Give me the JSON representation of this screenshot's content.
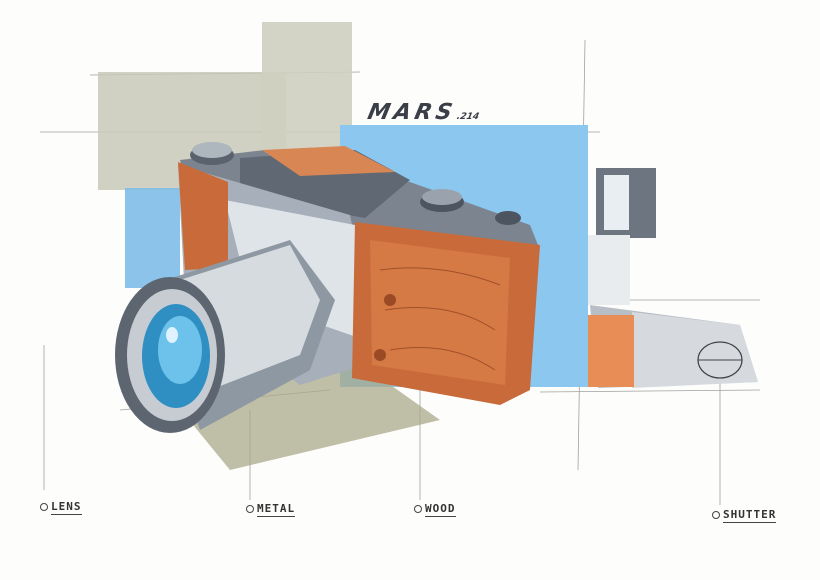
{
  "brand": {
    "name": "MARS",
    "model": ".214"
  },
  "callouts": [
    {
      "id": "lens",
      "label": "LENS"
    },
    {
      "id": "metal",
      "label": "METAL"
    },
    {
      "id": "wood",
      "label": "WOOD"
    },
    {
      "id": "shutter",
      "label": "SHUTTER"
    }
  ],
  "colors": {
    "blue": "#8cc7f0",
    "wood": "#c86a3a",
    "metal": "#9aa3ad",
    "grey": "#c9c9b9"
  }
}
